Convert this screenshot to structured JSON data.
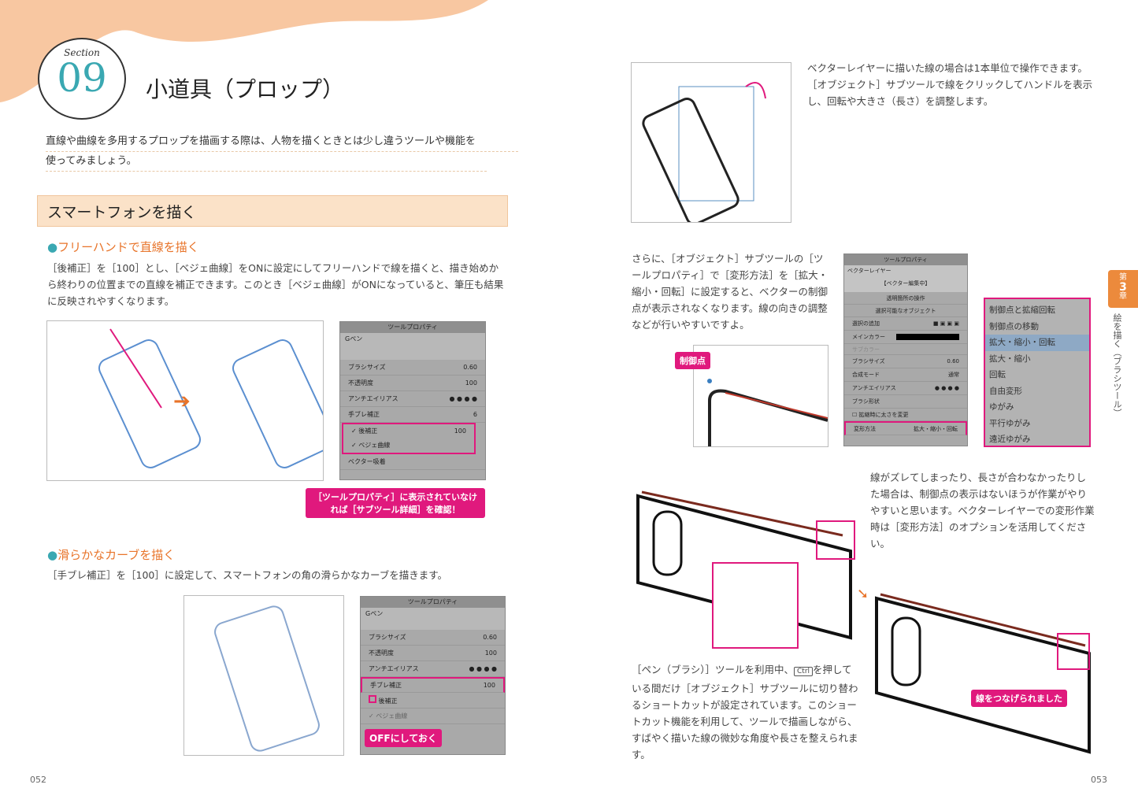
{
  "section": {
    "label": "Section",
    "number": "09",
    "title": "小道具（プロップ）"
  },
  "lead": [
    "直線や曲線を多用するプロップを描画する際は、人物を描くときとは少し違うツールや機能を",
    "使ってみましょう。"
  ],
  "heading": "スマートフォンを描く",
  "sub1": {
    "title": "フリーハンドで直線を描く",
    "body": "［後補正］を［100］とし、［ベジェ曲線］をONに設定にしてフリーハンドで線を描くと、描き始めから終わりの位置までの直線を補正できます。このとき［ベジェ曲線］がONになっていると、筆圧も結果に反映されやすくなります。"
  },
  "panel1": {
    "title": "ツールプロパティ",
    "tool": "Gペン",
    "rows": [
      [
        "ブラシサイズ",
        "0.60"
      ],
      [
        "不透明度",
        "100"
      ],
      [
        "アンチエイリアス",
        ""
      ],
      [
        "手ブレ補正",
        "6"
      ],
      [
        "後補正",
        "100"
      ],
      [
        "ベジェ曲線",
        ""
      ],
      [
        "ベクター吸着",
        ""
      ]
    ]
  },
  "callout1": "［ツールプロパティ］に表示されていなければ［サブツール詳細］を確認！",
  "sub2": {
    "title": "滑らかなカーブを描く",
    "body": "［手ブレ補正］を［100］に設定して、スマートフォンの角の滑らかなカーブを描きます。"
  },
  "panel2": {
    "title": "ツールプロパティ",
    "tool": "Gペン",
    "rows": [
      [
        "ブラシサイズ",
        "0.60"
      ],
      [
        "不透明度",
        "100"
      ],
      [
        "アンチエイリアス",
        ""
      ],
      [
        "手ブレ補正",
        "100"
      ],
      [
        "後補正",
        ""
      ],
      [
        "ベジェ曲線",
        ""
      ]
    ]
  },
  "callout2": "OFFにしておく",
  "right1": "ベクターレイヤーに描いた線の場合は1本単位で操作できます。［オブジェクト］サブツールで線をクリックしてハンドルを表示し、回転や大きさ（長さ）を調整します。",
  "right2": "さらに、［オブジェクト］サブツールの［ツールプロパティ］で［変形方法］を［拡大・縮小・回転］に設定すると、ベクターの制御点が表示されなくなります。線の向きの調整などが行いやすいですよ。",
  "control_point_label": "制御点",
  "panel3": {
    "title": "ツールプロパティ",
    "layer": "ベクターレイヤー",
    "status": "【ベクター編集中】",
    "rows": [
      [
        "透明箇所の操作",
        ""
      ],
      [
        "選択可能なオブジェクト",
        ""
      ],
      [
        "選択の追加",
        ""
      ],
      [
        "メインカラー",
        ""
      ],
      [
        "サブカラー",
        ""
      ],
      [
        "ブラシサイズ",
        "0.60"
      ],
      [
        "合成モード",
        "通常"
      ],
      [
        "アンチエイリアス",
        ""
      ],
      [
        "ブラシ形状",
        ""
      ],
      [
        "拡縮時に太さを変更",
        ""
      ],
      [
        "変形方法",
        "拡大・縮小・回転"
      ]
    ]
  },
  "menu": {
    "items": [
      "制御点と拡縮回転",
      "制御点の移動",
      "拡大・縮小・回転",
      "拡大・縮小",
      "回転",
      "自由変形",
      "ゆがみ",
      "平行ゆがみ",
      "遠近ゆがみ"
    ],
    "selected": 2
  },
  "right3": "線がズレてしまったり、長さが合わなかったりした場合は、制御点の表示はないほうが作業がやりやすいと思います。ベクターレイヤーでの変形作業時は［変形方法］のオプションを活用してください。",
  "right4a": "［ペン（ブラシ）］ツールを利用中、",
  "ctrl_key": "Ctrl",
  "right4b": "を押している間だけ［オブジェクト］サブツールに切り替わるショートカットが設定されています。このショートカット機能を利用して、ツールで描画しながら、すばやく描いた線の微妙な角度や長さを整えられます。",
  "joined_label": "線をつなげられました",
  "chapter": {
    "label": "第",
    "num": "3",
    "suffix": "章",
    "title": "絵を描く（ブラシツール）"
  },
  "page_left": "052",
  "page_right": "053",
  "colors": {
    "accent": "#e8742a",
    "teal": "#3aa8b2",
    "magenta": "#e0197d"
  }
}
